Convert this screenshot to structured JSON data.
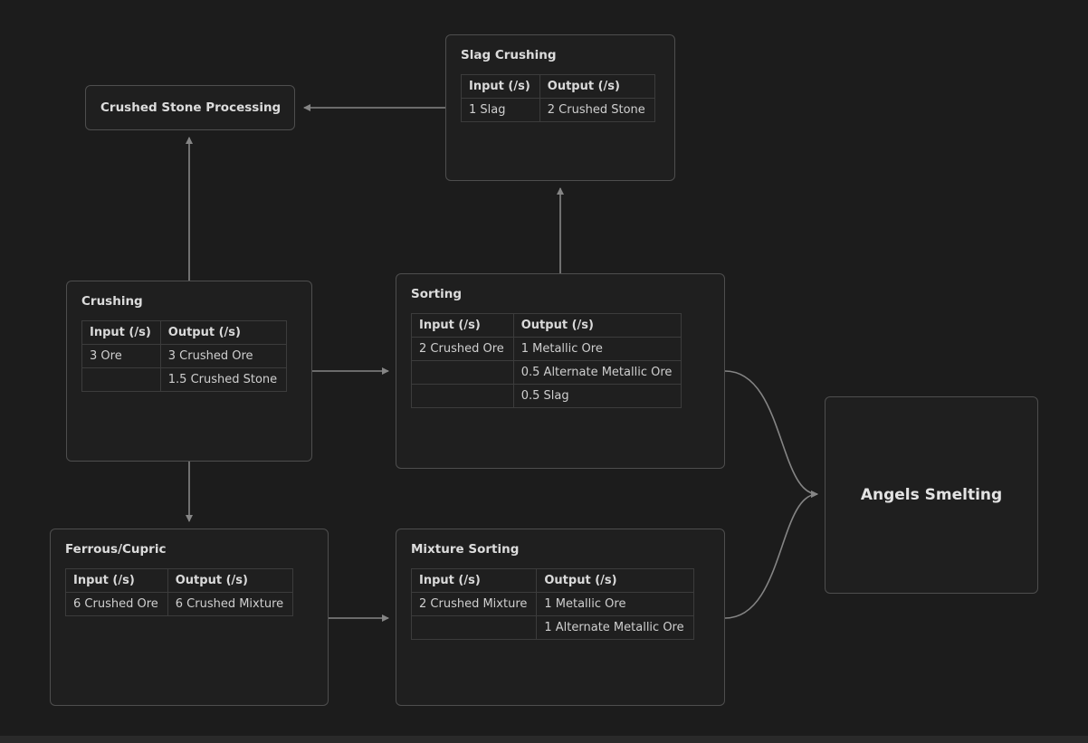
{
  "colors": {
    "background": "#1c1c1c",
    "node_background": "#1f1f1f",
    "node_border": "#4e4e4e",
    "edge": "#858585",
    "text": "#d6d6d6",
    "table_border": "#3c3c3c"
  },
  "nodes": {
    "crushed_stone_processing": {
      "title": "Crushed Stone Processing"
    },
    "slag_crushing": {
      "title": "Slag Crushing",
      "headers": [
        "Input (/s)",
        "Output (/s)"
      ],
      "rows": [
        [
          "1 Slag",
          "2 Crushed Stone"
        ]
      ]
    },
    "crushing": {
      "title": "Crushing",
      "headers": [
        "Input (/s)",
        "Output (/s)"
      ],
      "rows": [
        [
          "3 Ore",
          "3 Crushed Ore"
        ],
        [
          "",
          "1.5 Crushed Stone"
        ]
      ]
    },
    "sorting": {
      "title": "Sorting",
      "headers": [
        "Input (/s)",
        "Output (/s)"
      ],
      "rows": [
        [
          "2 Crushed Ore",
          "1 Metallic Ore"
        ],
        [
          "",
          "0.5 Alternate Metallic Ore"
        ],
        [
          "",
          "0.5 Slag"
        ]
      ]
    },
    "ferrous_cupric": {
      "title": "Ferrous/Cupric",
      "headers": [
        "Input (/s)",
        "Output (/s)"
      ],
      "rows": [
        [
          "6 Crushed Ore",
          "6 Crushed Mixture"
        ]
      ]
    },
    "mixture_sorting": {
      "title": "Mixture Sorting",
      "headers": [
        "Input (/s)",
        "Output (/s)"
      ],
      "rows": [
        [
          "2 Crushed Mixture",
          "1 Metallic Ore"
        ],
        [
          "",
          "1 Alternate Metallic Ore"
        ]
      ]
    },
    "angels_smelting": {
      "title": "Angels Smelting"
    }
  }
}
